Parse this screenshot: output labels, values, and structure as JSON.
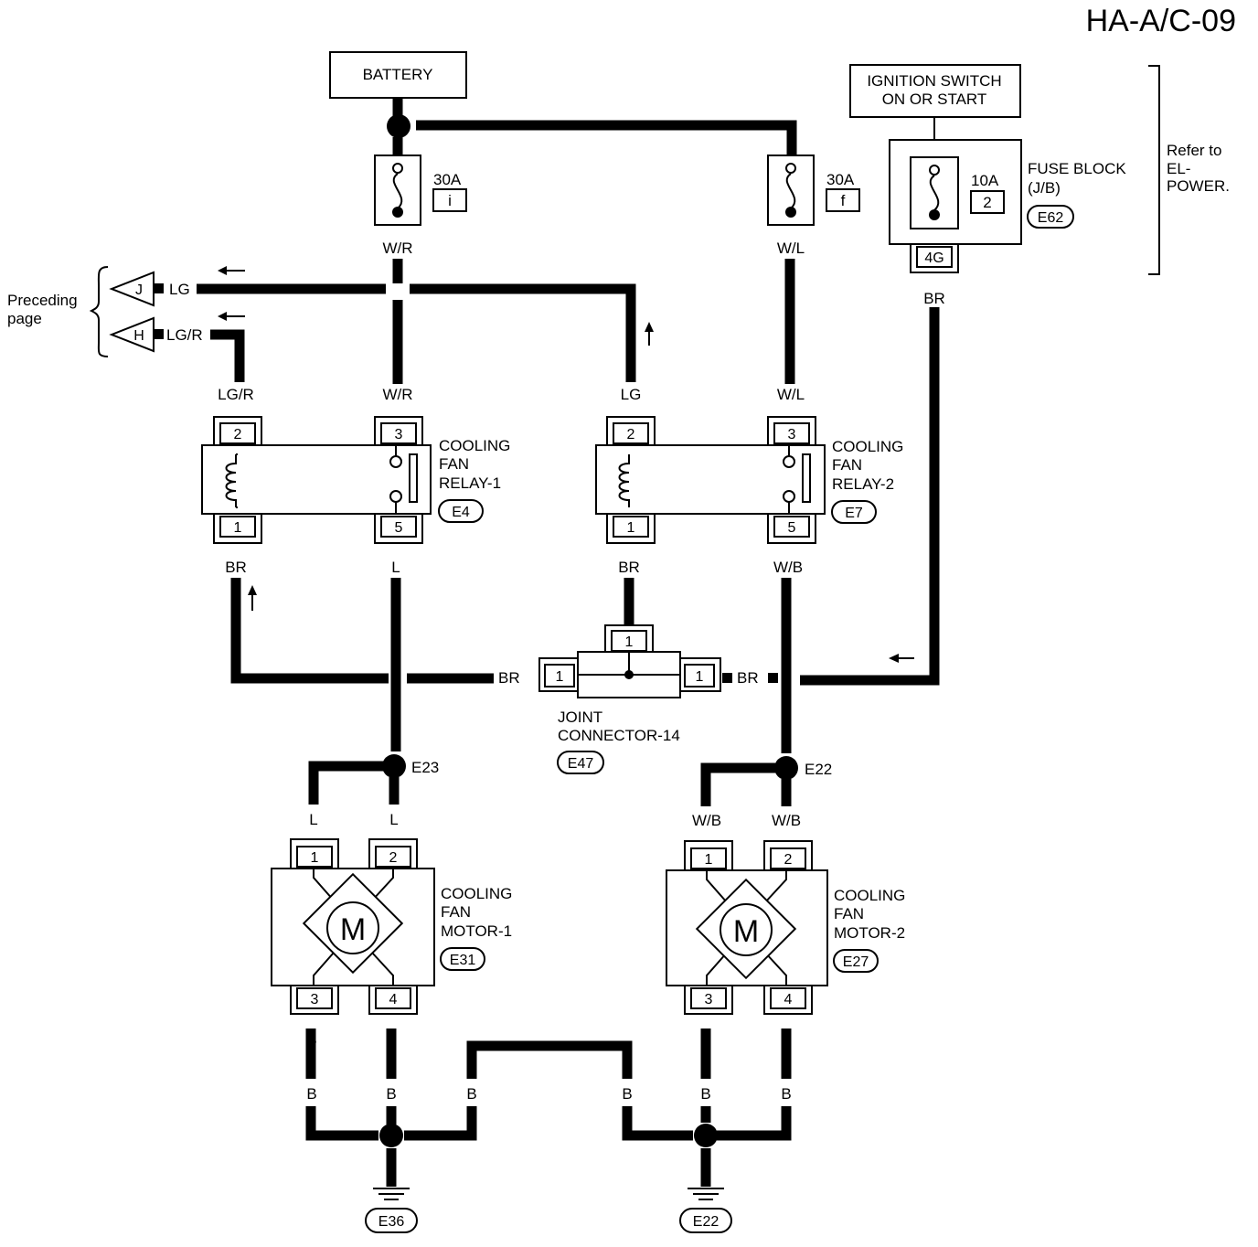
{
  "page_code": "HA-A/C-09",
  "battery": "BATTERY",
  "ignition": {
    "line1": "IGNITION SWITCH",
    "line2": "ON OR START"
  },
  "fuses": [
    {
      "amp": "30A",
      "id": "i"
    },
    {
      "amp": "30A",
      "id": "f"
    },
    {
      "amp": "10A",
      "id": "2"
    }
  ],
  "fuse_block": {
    "line1": "FUSE BLOCK",
    "line2": "(J/B)",
    "connector": "E62",
    "terminal": "4G"
  },
  "refer": {
    "line1": "Refer to",
    "line2": "EL-",
    "line3": "POWER."
  },
  "preceding": {
    "line1": "Preceding",
    "line2": "page",
    "conn_j": "J",
    "conn_h": "H",
    "wire_j": "LG",
    "wire_h": "LG/R"
  },
  "relay1": {
    "line1": "COOLING",
    "line2": "FAN",
    "line3": "RELAY-1",
    "connector": "E4",
    "pins": [
      "2",
      "3",
      "1",
      "5"
    ]
  },
  "relay2": {
    "line1": "COOLING",
    "line2": "FAN",
    "line3": "RELAY-2",
    "connector": "E7",
    "pins": [
      "2",
      "3",
      "1",
      "5"
    ]
  },
  "joint": {
    "line1": "JOINT",
    "line2": "CONNECTOR-14",
    "connector": "E47",
    "pins": [
      "1",
      "1",
      "1"
    ]
  },
  "motor1": {
    "line1": "COOLING",
    "line2": "FAN",
    "line3": "MOTOR-1",
    "connector": "E31",
    "symbol": "M",
    "pins": [
      "1",
      "2",
      "3",
      "4"
    ]
  },
  "motor2": {
    "line1": "COOLING",
    "line2": "FAN",
    "line3": "MOTOR-2",
    "connector": "E27",
    "symbol": "M",
    "pins": [
      "1",
      "2",
      "3",
      "4"
    ]
  },
  "splices": {
    "left": "E23",
    "right": "E22"
  },
  "grounds": {
    "left": "E36",
    "right": "E22"
  },
  "wires": {
    "wr": "W/R",
    "wl": "W/L",
    "br": "BR",
    "lg": "LG",
    "lgr": "LG/R",
    "l": "L",
    "wb": "W/B",
    "b": "B"
  }
}
